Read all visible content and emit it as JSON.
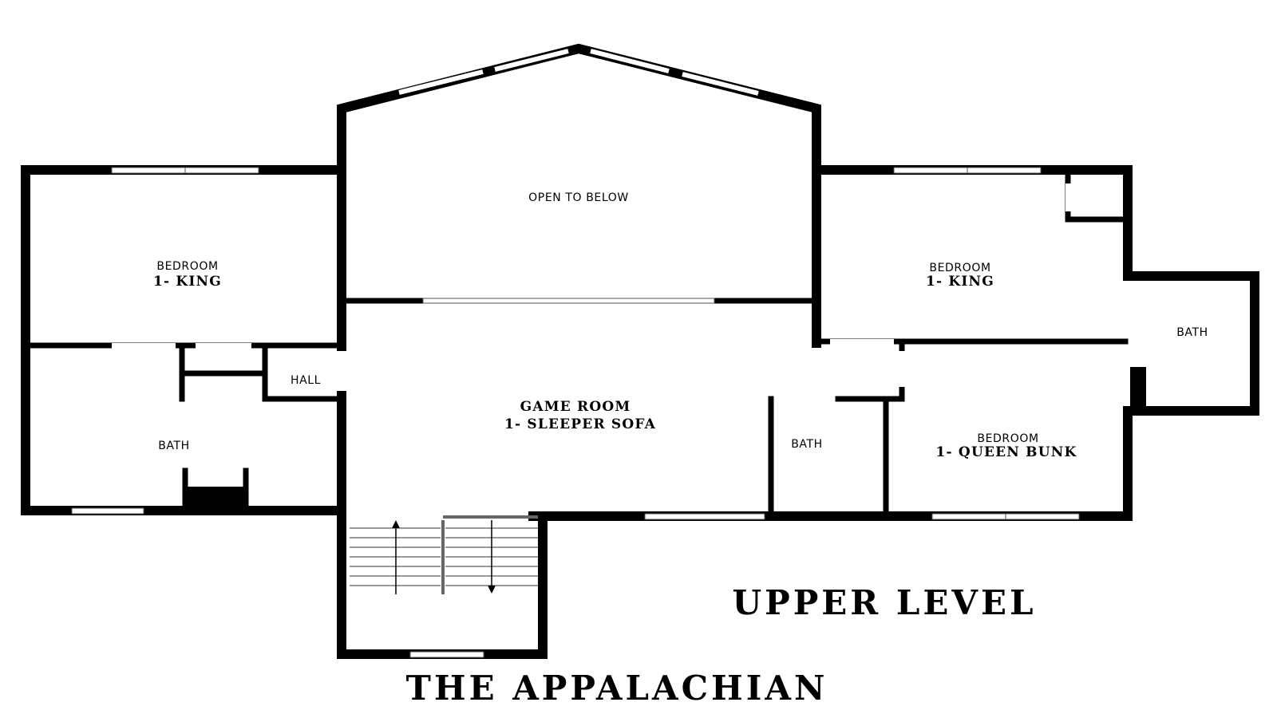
{
  "plan": {
    "level_title": "UPPER LEVEL",
    "name_title": "THE APPALACHIAN",
    "rooms": {
      "open_to_below": {
        "line1": "OPEN TO BELOW"
      },
      "bedroom_left": {
        "line1": "BEDROOM",
        "line2": "1- KING"
      },
      "bedroom_right": {
        "line1": "BEDROOM",
        "line2": "1- KING"
      },
      "bath_far_right": {
        "line1": "BATH"
      },
      "hall": {
        "line1": "HALL"
      },
      "bath_left": {
        "line1": "BATH"
      },
      "game_room": {
        "line1": "GAME ROOM",
        "line2": "1- SLEEPER SOFA"
      },
      "bath_center": {
        "line1": "BATH"
      },
      "bedroom_bunk": {
        "line1": "BEDROOM",
        "line2": "1- QUEEN BUNK"
      }
    },
    "colors": {
      "wall": "#000000",
      "background": "#ffffff"
    }
  }
}
